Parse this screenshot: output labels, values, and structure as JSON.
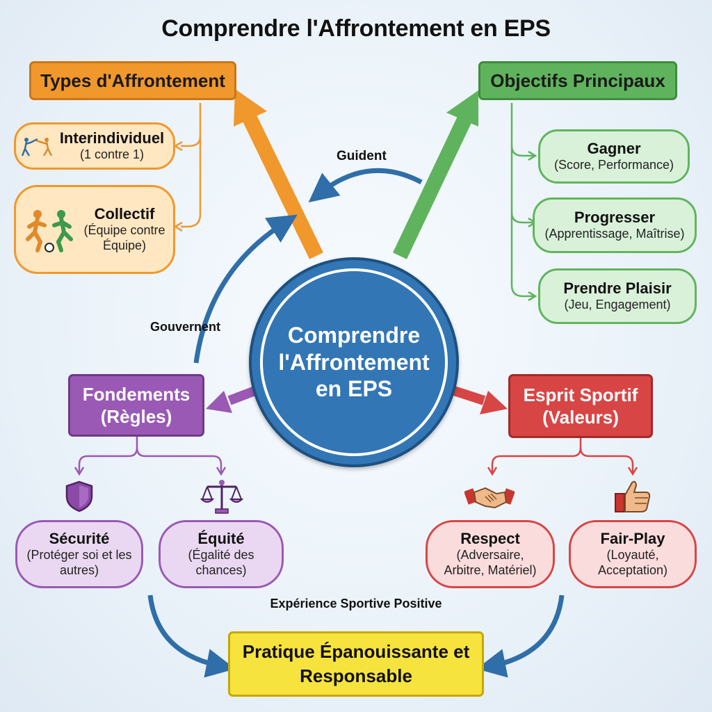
{
  "title": "Comprendre l'Affrontement en EPS",
  "center": {
    "label": "Comprendre l'Affrontement en EPS"
  },
  "types": {
    "header": "Types d'Affrontement",
    "items": [
      {
        "title": "Interindividuel",
        "sub": "(1 contre 1)",
        "icon": "fencing-icon"
      },
      {
        "title": "Collectif",
        "sub": "(Équipe contre Équipe)",
        "icon": "team-players-icon"
      }
    ]
  },
  "objectifs": {
    "header": "Objectifs Principaux",
    "items": [
      {
        "title": "Gagner",
        "sub": "(Score, Performance)"
      },
      {
        "title": "Progresser",
        "sub": "(Apprentissage, Maîtrise)"
      },
      {
        "title": "Prendre Plaisir",
        "sub": "(Jeu, Engagement)"
      }
    ]
  },
  "fondements": {
    "header": "Fondements (Règles)",
    "items": [
      {
        "title": "Sécurité",
        "sub": "(Protéger soi et les autres)",
        "icon": "shield-icon"
      },
      {
        "title": "Équité",
        "sub": "(Égalité des chances)",
        "icon": "balance-scale-icon"
      }
    ]
  },
  "esprit": {
    "header": "Esprit Sportif (Valeurs)",
    "items": [
      {
        "title": "Respect",
        "sub": "(Adversaire, Arbitre, Matériel)",
        "icon": "handshake-icon"
      },
      {
        "title": "Fair-Play",
        "sub": "(Loyauté, Acceptation)",
        "icon": "thumbs-up-icon"
      }
    ]
  },
  "edges": {
    "guident": "Guident",
    "gouvernent": "Gouvernent",
    "experience": "Expérience Sportive Positive"
  },
  "result": {
    "label": "Pratique Épanouissante et Responsable"
  },
  "colors": {
    "orange": "#f0982c",
    "green": "#5fb35c",
    "purple": "#9a59b4",
    "red": "#d84545",
    "blue": "#2f6ea8",
    "yellow": "#f7e33d"
  }
}
